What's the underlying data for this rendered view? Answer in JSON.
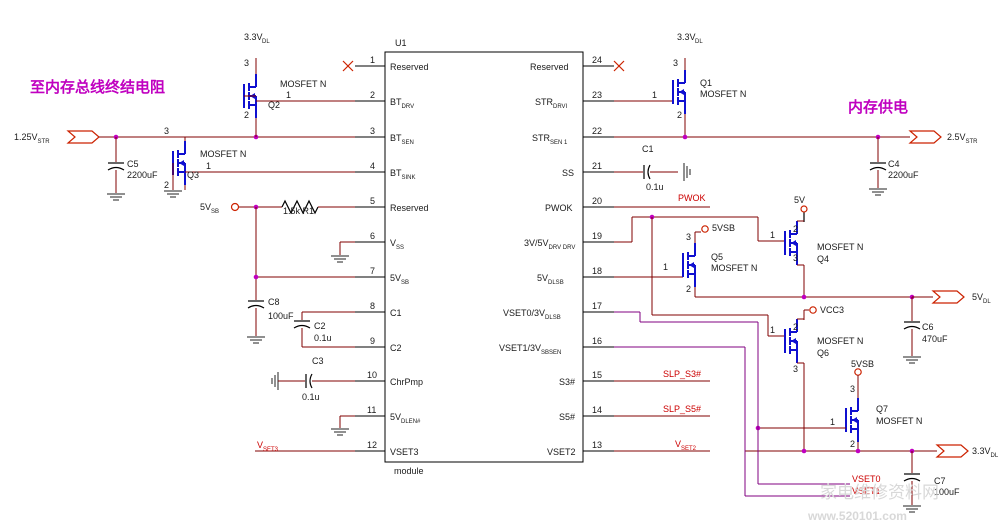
{
  "ic": {
    "name": "U1",
    "footer": "module",
    "left_pins": [
      {
        "num": "1",
        "label": "Reserved",
        "sub": ""
      },
      {
        "num": "2",
        "label": "BT",
        "sub": "DRV"
      },
      {
        "num": "3",
        "label": "BT",
        "sub": "SEN"
      },
      {
        "num": "4",
        "label": "BT",
        "sub": "SINK"
      },
      {
        "num": "5",
        "label": "Reserved",
        "sub": ""
      },
      {
        "num": "6",
        "label": "V",
        "sub": "SS"
      },
      {
        "num": "7",
        "label": "5V",
        "sub": "SB"
      },
      {
        "num": "8",
        "label": "C1",
        "sub": ""
      },
      {
        "num": "9",
        "label": "C2",
        "sub": ""
      },
      {
        "num": "10",
        "label": "ChrPmp",
        "sub": ""
      },
      {
        "num": "11",
        "label": "5V",
        "sub": "DLEN#"
      },
      {
        "num": "12",
        "label": "VSET3",
        "sub": ""
      }
    ],
    "right_pins": [
      {
        "num": "24",
        "label": "Reserved",
        "sub": ""
      },
      {
        "num": "23",
        "label": "STR",
        "sub": "DRVI"
      },
      {
        "num": "22",
        "label": "STR",
        "sub": "SEN 1"
      },
      {
        "num": "21",
        "label": "SS",
        "sub": ""
      },
      {
        "num": "20",
        "label": "PWOK",
        "sub": ""
      },
      {
        "num": "19",
        "label": "3V/5V",
        "sub": "DRV DRV"
      },
      {
        "num": "18",
        "label": "5V",
        "sub": "DLSB"
      },
      {
        "num": "17",
        "label": "VSET0/3V",
        "sub": "DLSB"
      },
      {
        "num": "16",
        "label": "VSET1/3V",
        "sub": "SBSEN"
      },
      {
        "num": "15",
        "label": "S3#",
        "sub": ""
      },
      {
        "num": "14",
        "label": "S5#",
        "sub": ""
      },
      {
        "num": "13",
        "label": "VSET2",
        "sub": ""
      }
    ]
  },
  "annotations": {
    "left_title": "至内存总线终结电阻",
    "right_title": "内存供电"
  },
  "mosfets": [
    {
      "ref": "Q1",
      "type": "MOSFET N"
    },
    {
      "ref": "Q2",
      "type": "MOSFET N"
    },
    {
      "ref": "Q3",
      "type": "MOSFET N"
    },
    {
      "ref": "Q4",
      "type": "MOSFET N"
    },
    {
      "ref": "Q5",
      "type": "MOSFET N"
    },
    {
      "ref": "Q6",
      "type": "MOSFET N"
    },
    {
      "ref": "Q7",
      "type": "MOSFET N"
    }
  ],
  "capacitors": [
    {
      "ref": "C1",
      "value": "0.1u"
    },
    {
      "ref": "C2",
      "value": "0.1u"
    },
    {
      "ref": "C3",
      "value": "0.1u"
    },
    {
      "ref": "C4",
      "value": "2200uF"
    },
    {
      "ref": "C5",
      "value": "2200uF"
    },
    {
      "ref": "C6",
      "value": "470uF"
    },
    {
      "ref": "C7",
      "value": "100uF"
    },
    {
      "ref": "C8",
      "value": "100uF"
    }
  ],
  "resistors": [
    {
      "ref": "R1",
      "value": "1.5k"
    }
  ],
  "nets": {
    "v125_str": "1.25V",
    "v125_str_sub": "STR",
    "v25_str": "2.5V",
    "v25_str_sub": "STR",
    "v5_dl": "5V",
    "v5_dl_sub": "DL",
    "v33_dl": "3.3V",
    "v33_dl_sub": "DL",
    "v33_dl_top": "3.3V",
    "v33_dl_top_sub": "DL",
    "v5_sb": "5V",
    "v5_sb_sub": "SB",
    "v5vsb_a": "5VSB",
    "v5vsb_b": "5VSB",
    "v5": "5V",
    "vcc3": "VCC3",
    "pwok": "PWOK",
    "slp_s3": "SLP_S3#",
    "slp_s5": "SLP_S5#",
    "vset3": "V",
    "vset3_sub": "SET3",
    "vset2": "V",
    "vset2_sub": "SET2",
    "vset0": "VSET0",
    "vset1": "VSET1"
  },
  "mosfet_pins": [
    "1",
    "2",
    "3"
  ],
  "watermark": {
    "line1": "家电维修资料网",
    "line2": "www.520101.com"
  },
  "colors": {
    "wire": "#800000",
    "wire_purple": "#800080",
    "mosfet": "#1010d0",
    "title": "#c000c0",
    "net_red": "#cc0000"
  }
}
